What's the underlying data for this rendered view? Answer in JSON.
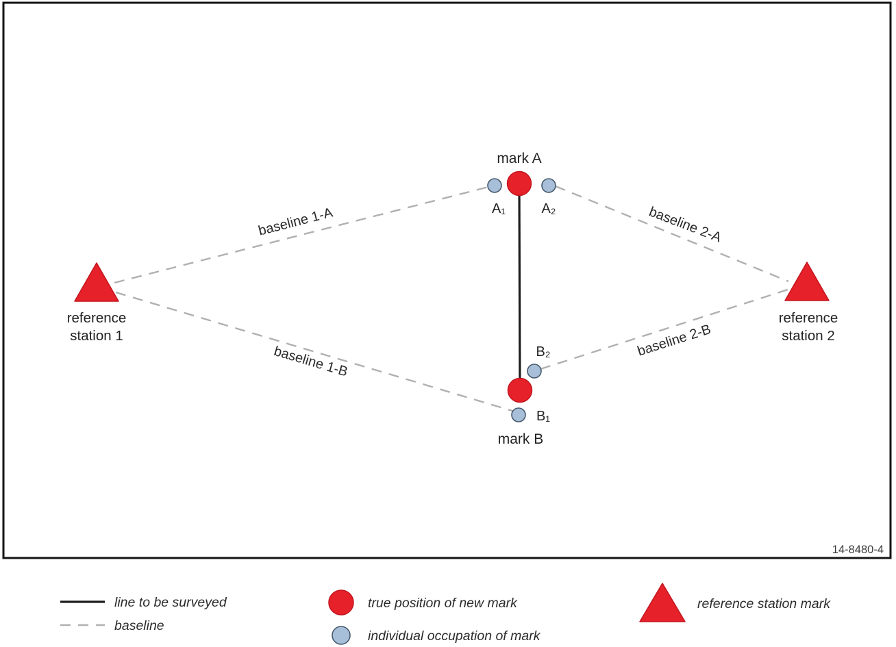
{
  "figure_number": "14-8480-4",
  "colors": {
    "true_mark": "#e62129",
    "occupation_mark": "#a7bfd9",
    "baseline_dash": "#b0b0b0",
    "surveyed_line": "#1c1c1c"
  },
  "diagram": {
    "mark_a": {
      "label": "mark A",
      "occ1": "A₁",
      "occ2": "A₂"
    },
    "mark_b": {
      "label": "mark B",
      "occ1": "B₁",
      "occ2": "B₂"
    },
    "station1": {
      "line1": "reference",
      "line2": "station 1"
    },
    "station2": {
      "line1": "reference",
      "line2": "station 2"
    },
    "baselines": {
      "b1a": "baseline 1-A",
      "b2a": "baseline 2-A",
      "b1b": "baseline 1-B",
      "b2b": "baseline 2-B"
    }
  },
  "legend": {
    "line_to_be_surveyed": "line to be surveyed",
    "baseline": "baseline",
    "true_position": "true position of new mark",
    "individual_occupation": "individual occupation of mark",
    "reference_station_mark": "reference station mark"
  }
}
